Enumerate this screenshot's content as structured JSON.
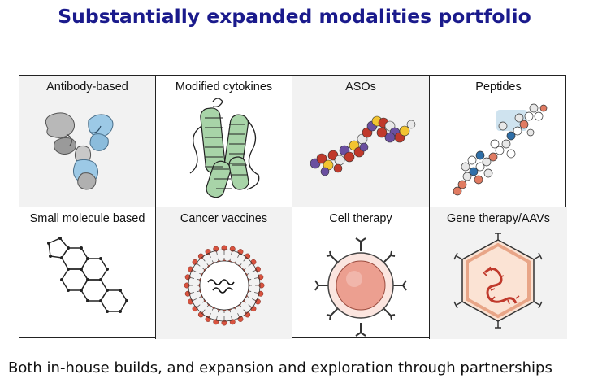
{
  "title": "Substantially expanded modalities portfolio",
  "modalities": [
    {
      "label": "Antibody-based"
    },
    {
      "label": "Modified cytokines"
    },
    {
      "label": "ASOs"
    },
    {
      "label": "Peptides"
    },
    {
      "label": "Small molecule based"
    },
    {
      "label": "Cancer vaccines"
    },
    {
      "label": "Cell therapy"
    },
    {
      "label": "Gene therapy/AAVs"
    }
  ],
  "footer": "Both in-house builds, and expansion and exploration through partnerships",
  "colors": {
    "title": "#1a1a8c",
    "antibody_blue": "#9cc9e6",
    "antibody_grey": "#b8b8b8",
    "cytokine_green": "#a8d4a8",
    "aso_red": "#c0392b",
    "aso_purple": "#6a4fa0",
    "aso_yellow": "#f2c431",
    "vaccine_red": "#d9533f",
    "cell_pink": "#f2b7ab",
    "aav_orange": "#f2b89a"
  }
}
